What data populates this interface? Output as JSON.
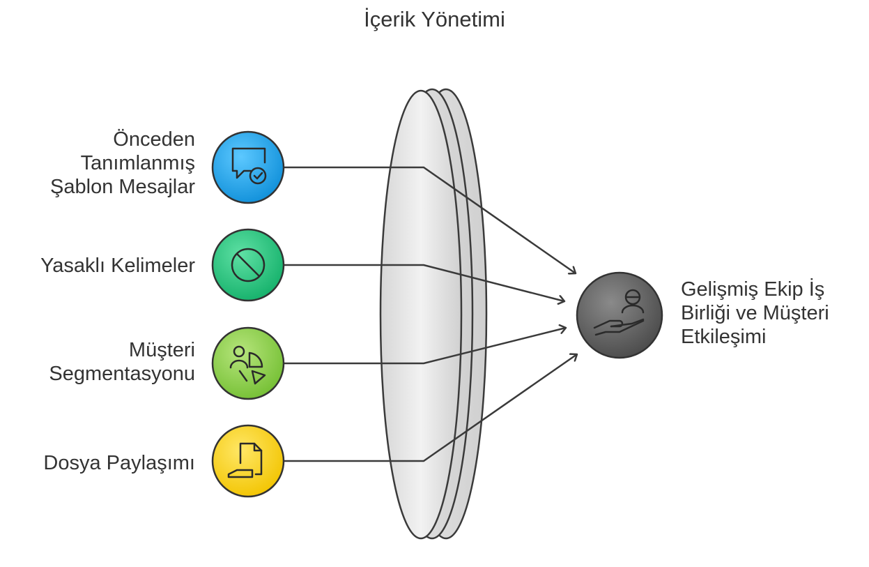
{
  "title": "İçerik Yönetimi",
  "inputs": [
    {
      "label": "Önceden\nTanımlanmış\nŞablon Mesajlar",
      "icon": "message-check-icon",
      "color": "#1aa3ef"
    },
    {
      "label": "Yasaklı Kelimeler",
      "icon": "prohibited-icon",
      "color": "#1fc47d"
    },
    {
      "label": "Müşteri\nSegmentasyonu",
      "icon": "user-segment-chart-icon",
      "color": "#8bd14a"
    },
    {
      "label": "Dosya Paylaşımı",
      "icon": "file-share-hand-icon",
      "color": "#f7d21e"
    }
  ],
  "output": {
    "label": "Gelişmiş Ekip İş\nBirliği ve Müşteri\nEtkileşimi",
    "icon": "hand-person-icon",
    "color": "#555555"
  }
}
